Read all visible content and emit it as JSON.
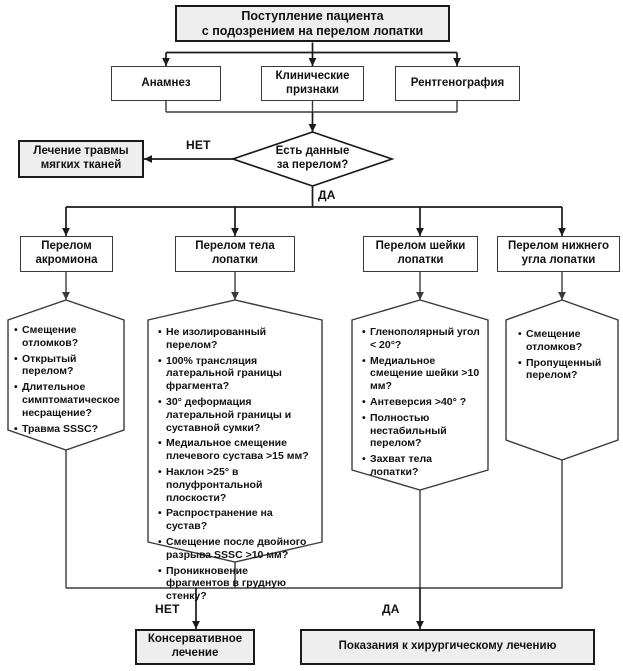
{
  "diagram": {
    "title_box": {
      "text": "Поступление пациента\nс подозрением на перелом лопатки"
    },
    "assessment": [
      {
        "label": "Анамнез"
      },
      {
        "label": "Клинические\nпризнаки"
      },
      {
        "label": "Рентгенография"
      }
    ],
    "decision": {
      "text": "Есть данные\nза перелом?",
      "yes_label": "ДА",
      "no_label": "НЕТ"
    },
    "soft_tissue_box": {
      "text": "Лечение травмы\nмягких тканей"
    },
    "fracture_types": [
      {
        "label": "Перелом\nакромиона"
      },
      {
        "label": "Перелом тела\nлопатки"
      },
      {
        "label": "Перелом шейки\nлопатки"
      },
      {
        "label": "Перелом нижнего\nугла лопатки"
      }
    ],
    "criteria": [
      {
        "for": "Перелом акромиона",
        "items": [
          "Смещение отломков?",
          "Открытый перелом?",
          "Длительное симптоматическое несращение?",
          "Травма SSSC?"
        ]
      },
      {
        "for": "Перелом тела лопатки",
        "items": [
          "Не изолированный перелом?",
          "100% трансляция латеральной границы фрагмента?",
          "30° деформация латеральной границы и суставной сумки?",
          "Медиальное смещение плечевого сустава >15 мм?",
          "Наклон >25° в полуфронтальной плоскости?",
          "Распространение на сустав?",
          "Смещение после двойного разрыва SSSC >10 мм?",
          "Проникновение фрагментов в грудную стенку?"
        ]
      },
      {
        "for": "Перелом шейки лопатки",
        "items": [
          "Гленополярный угол < 20°?",
          "Медиальное смещение шейки >10 мм?",
          "Антеверсия >40° ?",
          "Полностью нестабильный перелом?",
          "Захват тела лопатки?"
        ]
      },
      {
        "for": "Перелом нижнего угла лопатки",
        "items": [
          "Смещение отломков?",
          "Пропущенный перелом?"
        ]
      }
    ],
    "outcomes": {
      "no_label": "НЕТ",
      "yes_label": "ДА",
      "conservative": {
        "text": "Консервативное\nлечение"
      },
      "surgical": {
        "text": "Показания к хирургическому лечению"
      }
    },
    "colors": {
      "shaded_fill": "#eeeeee",
      "stroke_heavy": "#1a1a1a",
      "stroke_light": "#3a3a3a",
      "text": "#111111",
      "background": "#ffffff"
    }
  }
}
